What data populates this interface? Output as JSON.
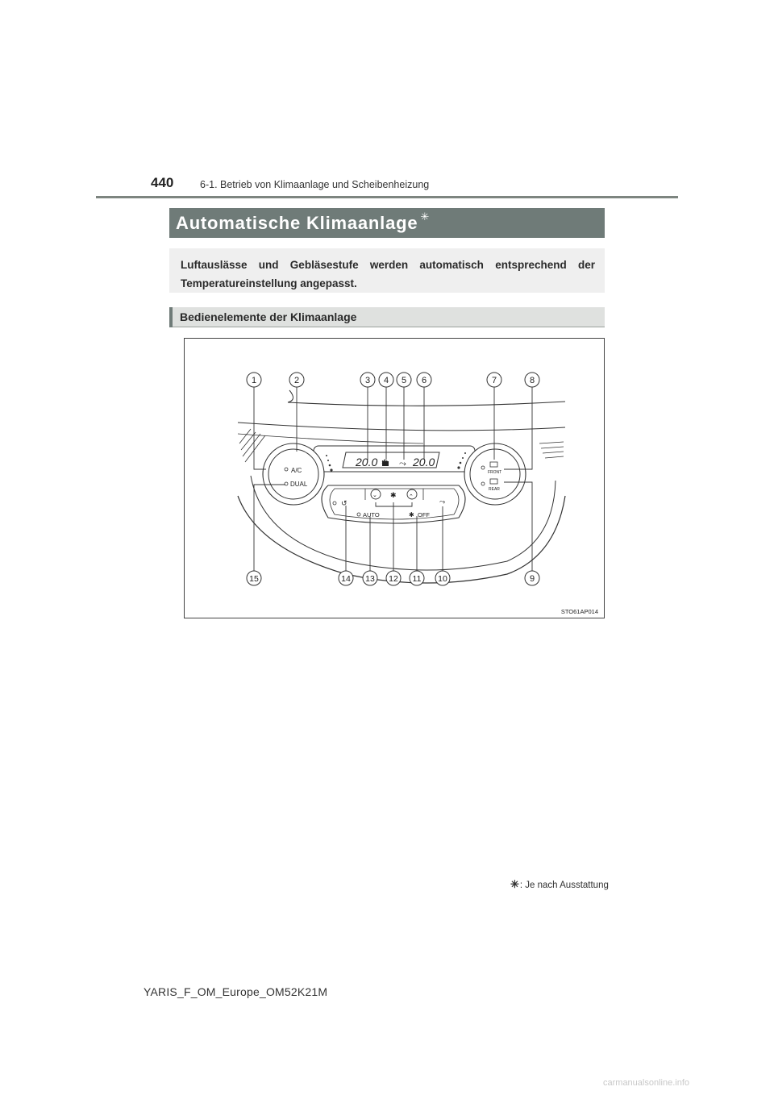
{
  "header": {
    "page_number": "440",
    "section": "6-1. Betrieb von Klimaanlage und Scheibenheizung"
  },
  "title": {
    "text": "Automatische Klimaanlage",
    "star": "✳"
  },
  "intro": {
    "text": "Luftauslässe und Gebläsestufe werden automatisch entsprechend der Temperatureinstellung angepasst."
  },
  "subheading": {
    "text": "Bedienelemente der Klimaanlage"
  },
  "figure": {
    "callouts_top": [
      "1",
      "2",
      "3",
      "4",
      "5",
      "6",
      "7",
      "8"
    ],
    "callouts_bottom": [
      "15",
      "14",
      "13",
      "12",
      "11",
      "10",
      "9"
    ],
    "display_left_temp": "20.0",
    "display_right_temp": "20.0",
    "buttons": {
      "ac": "A/C",
      "dual": "DUAL",
      "auto": "AUTO",
      "off": "OFF",
      "front": "FRONT",
      "rear": "REAR"
    },
    "code": "STO61AP014"
  },
  "footnote": {
    "star": "✳",
    "text": ": Je nach Ausstattung"
  },
  "footer": {
    "doc_id": "YARIS_F_OM_Europe_OM52K21M"
  },
  "watermark": {
    "text": "carmanualsonline.info"
  }
}
